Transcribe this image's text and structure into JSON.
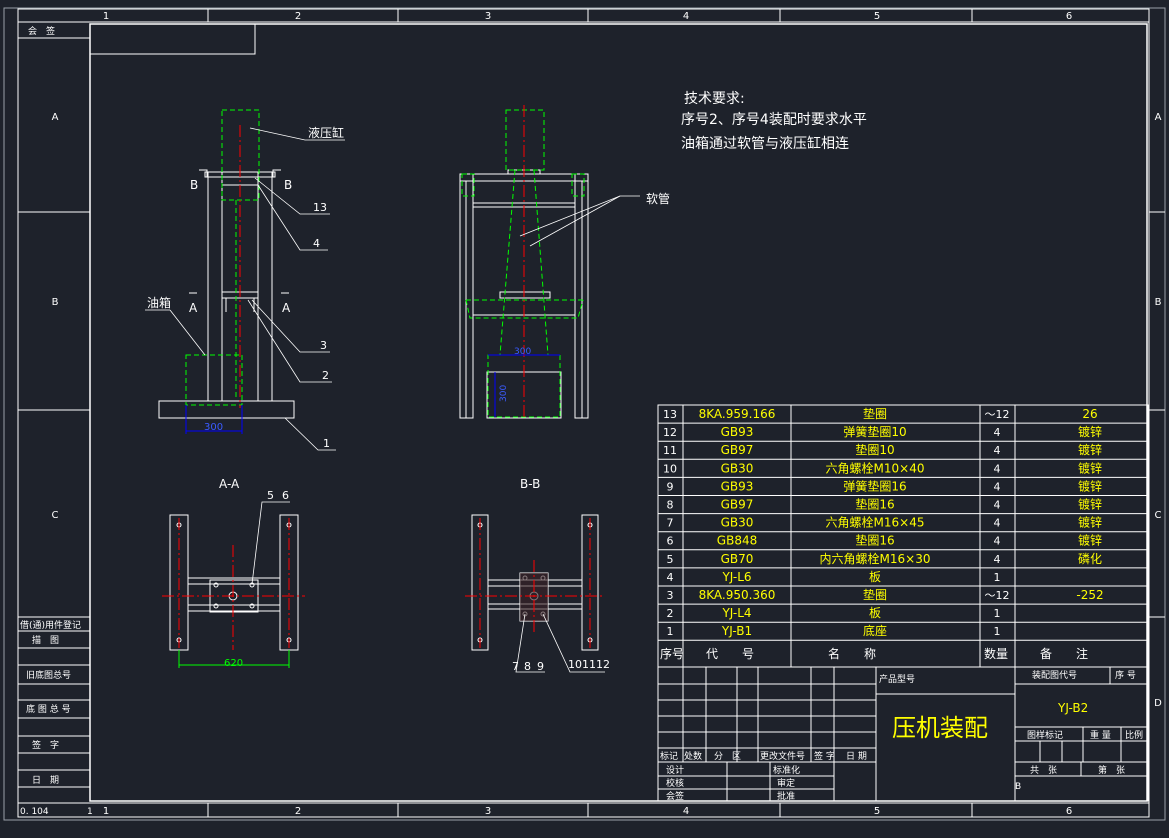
{
  "frame": {
    "columns": [
      "1",
      "2",
      "3",
      "4",
      "5",
      "6"
    ],
    "rows": [
      "A",
      "B",
      "C",
      "D"
    ],
    "corner_text": "0. 104",
    "corner_number": "1"
  },
  "left_strip": {
    "top_label": "会　签",
    "labels": [
      "借(通)用件登记",
      "描　图",
      "旧底图总号",
      "底 图 总 号",
      "签　字",
      "日　期"
    ]
  },
  "tech_requirements": {
    "title": "技术要求:",
    "lines": [
      "序号2、序号4装配时要求水平",
      "油箱通过软管与液压缸相连"
    ]
  },
  "annotations": {
    "cylinder": "液压缸",
    "tank": "油箱",
    "hose": "软管",
    "section_b": "B",
    "section_a": "A",
    "view_aa": "A-A",
    "view_bb": "B-B",
    "leaders": [
      "13",
      "4",
      "3",
      "2",
      "1"
    ],
    "aa_leaders": [
      "5",
      "6"
    ],
    "bb_leaders_left": [
      "7",
      "8",
      "9"
    ],
    "bb_leaders_right": [
      "10",
      "11",
      "12"
    ]
  },
  "dimensions": {
    "front_base": "300",
    "side_width": "300",
    "side_height": "300",
    "aa_width": "620"
  },
  "bom": {
    "header": {
      "seq": "序号",
      "code": "代　　号",
      "name": "名　　称",
      "qty": "数量",
      "note": "备　　注"
    },
    "rows": [
      {
        "seq": "13",
        "code": "8KA.959.166",
        "name": "垫圈",
        "qty": "～12",
        "note": "26"
      },
      {
        "seq": "12",
        "code": "GB93",
        "name": "弹簧垫圈10",
        "qty": "4",
        "note": "镀锌"
      },
      {
        "seq": "11",
        "code": "GB97",
        "name": "垫圈10",
        "qty": "4",
        "note": "镀锌"
      },
      {
        "seq": "10",
        "code": "GB30",
        "name": "六角螺栓M10×40",
        "qty": "4",
        "note": "镀锌"
      },
      {
        "seq": "9",
        "code": "GB93",
        "name": "弹簧垫圈16",
        "qty": "4",
        "note": "镀锌"
      },
      {
        "seq": "8",
        "code": "GB97",
        "name": "垫圈16",
        "qty": "4",
        "note": "镀锌"
      },
      {
        "seq": "7",
        "code": "GB30",
        "name": "六角螺栓M16×45",
        "qty": "4",
        "note": "镀锌"
      },
      {
        "seq": "6",
        "code": "GB848",
        "name": "垫圈16",
        "qty": "4",
        "note": "镀锌"
      },
      {
        "seq": "5",
        "code": "GB70",
        "name": "内六角螺栓M16×30",
        "qty": "4",
        "note": "磷化"
      },
      {
        "seq": "4",
        "code": "YJ-L6",
        "name": "板",
        "qty": "1",
        "note": ""
      },
      {
        "seq": "3",
        "code": "8KA.950.360",
        "name": "垫圈",
        "qty": "～12",
        "note": "-252"
      },
      {
        "seq": "2",
        "code": "YJ-L4",
        "name": "板",
        "qty": "1",
        "note": ""
      },
      {
        "seq": "1",
        "code": "YJ-B1",
        "name": "底座",
        "qty": "1",
        "note": ""
      }
    ]
  },
  "title_block": {
    "product_model": "产品型号",
    "assembly_code_label": "装配图代号",
    "seq_label": "序 号",
    "drawing_number": "YJ-B2",
    "title": "压机装配",
    "sample_mark": "图样标记",
    "weight": "重 量",
    "scale": "比例",
    "total": "共　张",
    "sheet": "第　张",
    "small_mark": "B",
    "row_labels": [
      "标记",
      "处数",
      "分　区",
      "更改文件号",
      "签 字",
      "日 期"
    ],
    "design": "设计",
    "check": "校核",
    "countersign": "会签",
    "standardize": "标准化",
    "review": "审定",
    "approve": "批准"
  },
  "colors": {
    "background": "#1e222b",
    "line": "#ffffff",
    "hidden_line": "#00ff00",
    "center_line": "#ff0000",
    "dimension": "#0000ff",
    "bom_text": "#ffff00"
  }
}
